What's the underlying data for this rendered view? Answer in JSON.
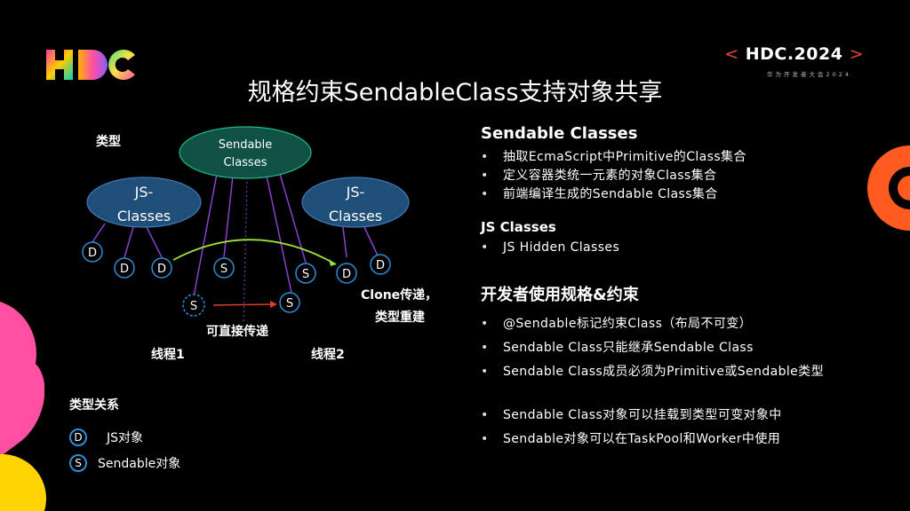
{
  "slide": {
    "title": "规格约束SendableClass支持对象共享",
    "badge": {
      "open": "<",
      "name": "HDC.2024",
      "close": ">"
    },
    "badge_sub": "华为开发者大会2024"
  },
  "diagram": {
    "type_label": "类型",
    "sendable_node": [
      "Sendable",
      "Classes"
    ],
    "js_left": [
      "JS-",
      "Classes"
    ],
    "js_right": [
      "JS-",
      "Classes"
    ],
    "d": "D",
    "s": "S",
    "clone_label": [
      "Clone传递，",
      "类型重建"
    ],
    "direct_label": "可直接传递",
    "thread1": "线程1",
    "thread2": "线程2"
  },
  "legend": {
    "title": "类型关系",
    "items": [
      {
        "symbol": "D",
        "label": "JS对象"
      },
      {
        "symbol": "S",
        "label": "Sendable对象"
      }
    ]
  },
  "right": {
    "sendable_title": "Sendable Classes",
    "sendable_items": [
      "抽取EcmaScript中Primitive的Class集合",
      "定义容器类统一元素的对象Class集合",
      "前端编译生成的Sendable Class集合"
    ],
    "js_title": "JS Classes",
    "js_items": [
      "JS Hidden Classes"
    ],
    "spec_title": "开发者使用规格&约束",
    "spec_items": [
      "@Sendable标记约束Class（布局不可变）",
      "Sendable Class只能继承Sendable Class",
      "Sendable Class成员必须为Primitive或Sendable类型"
    ],
    "extra_items": [
      "Sendable Class对象可以挂载到类型可变对象中",
      "Sendable对象可以在TaskPool和Worker中使用"
    ]
  },
  "colors": {
    "background": "#000000",
    "ellipse_blue": "#1f4e78",
    "ellipse_green": "#0f5145",
    "node_blue": "#2b8fd9",
    "link_purple": "#8a3fd1",
    "arc_green": "#9be23a",
    "arrow_red": "#e03b2b",
    "accent_orange": "#ff5a1f"
  }
}
